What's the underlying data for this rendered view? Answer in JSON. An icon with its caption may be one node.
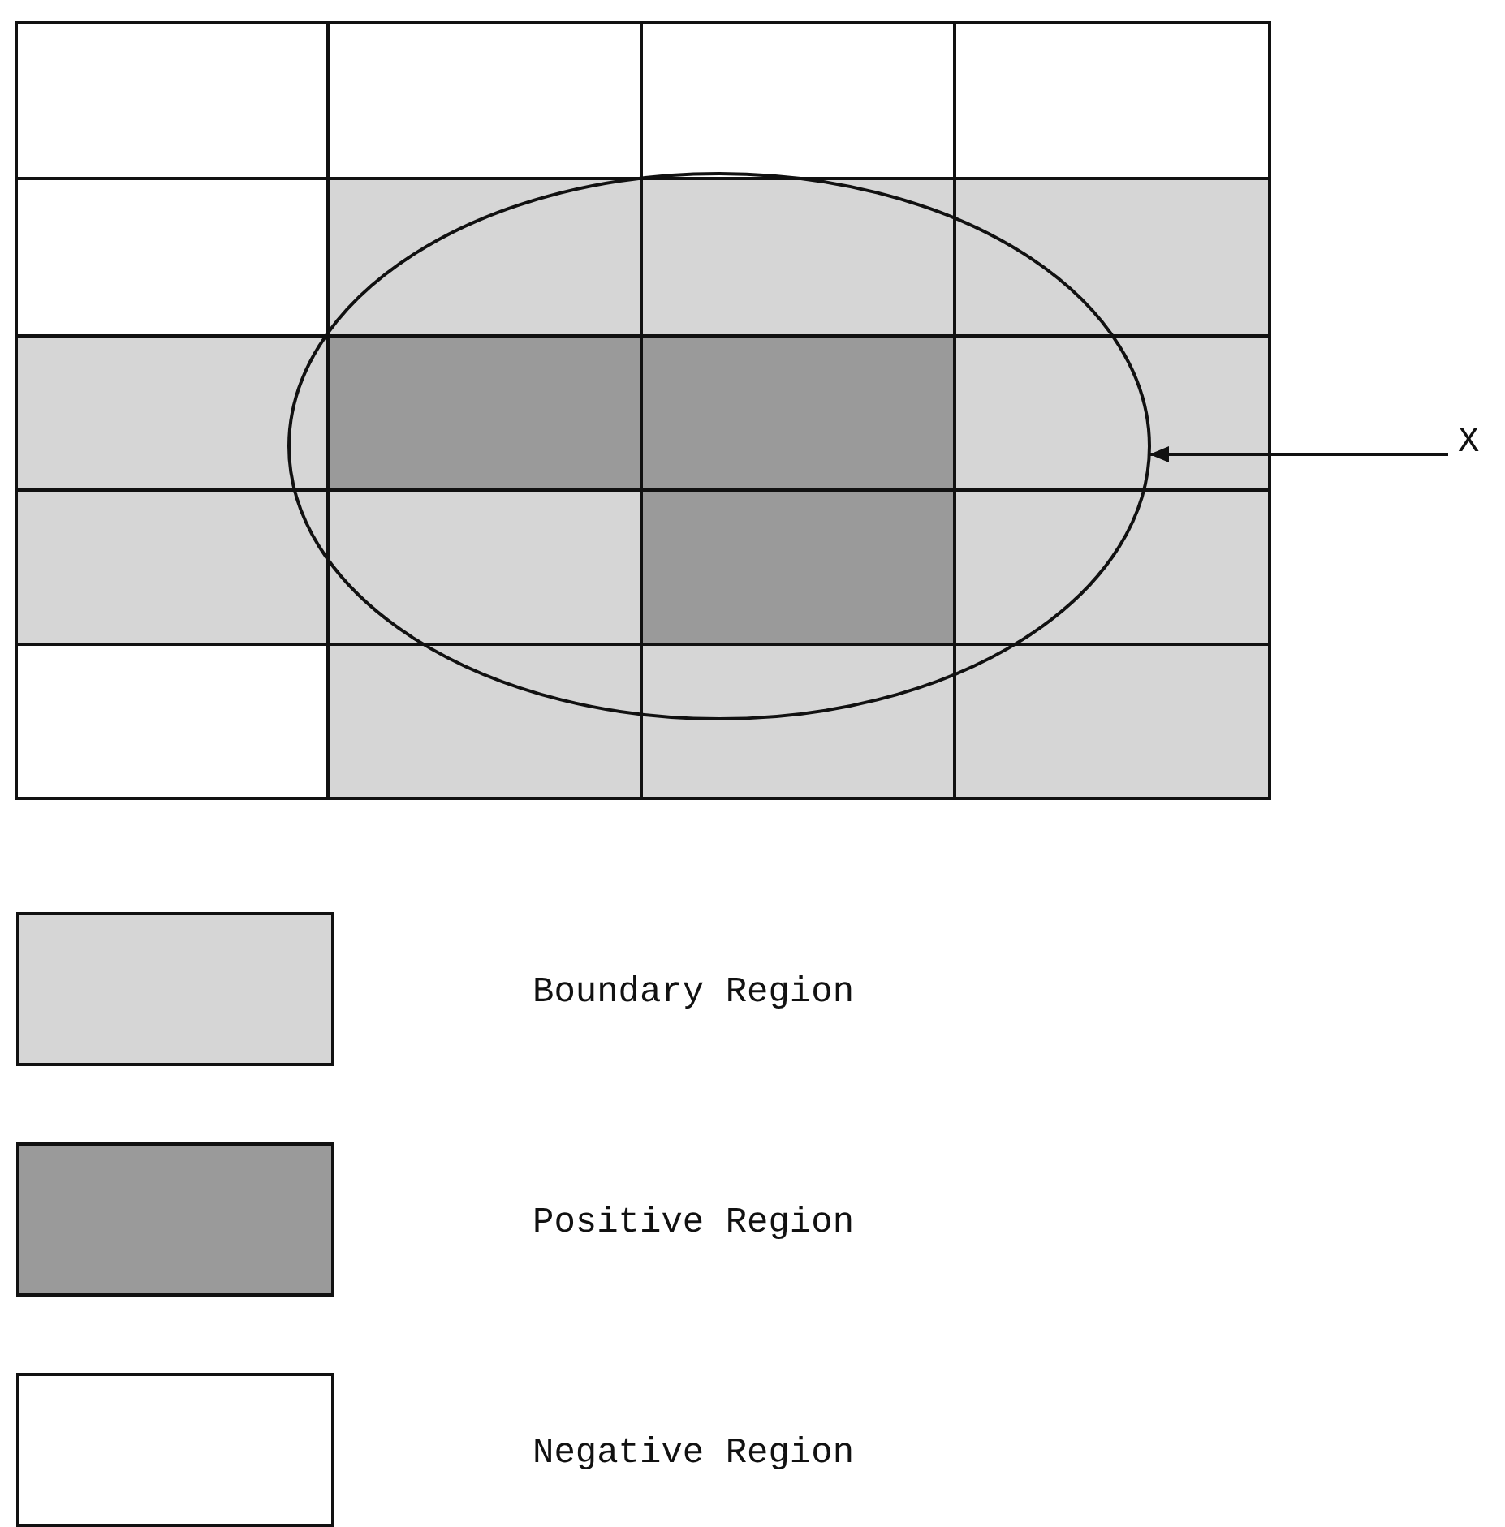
{
  "diagram": {
    "nodes": [
      {
        "text": [],
        "shape": "ellipse"
      },
      {
        "text": [
          "X"
        ]
      }
    ],
    "edges": [
      {
        "from": 1,
        "to": 0,
        "arrow": "to"
      }
    ],
    "legend": [
      {
        "text": "Boundary Region",
        "color": "#d6d6d6"
      },
      {
        "text": "Positive Region",
        "color": "#9a9a9a"
      },
      {
        "text": "Negative Region",
        "color": "#ffffff"
      }
    ]
  }
}
